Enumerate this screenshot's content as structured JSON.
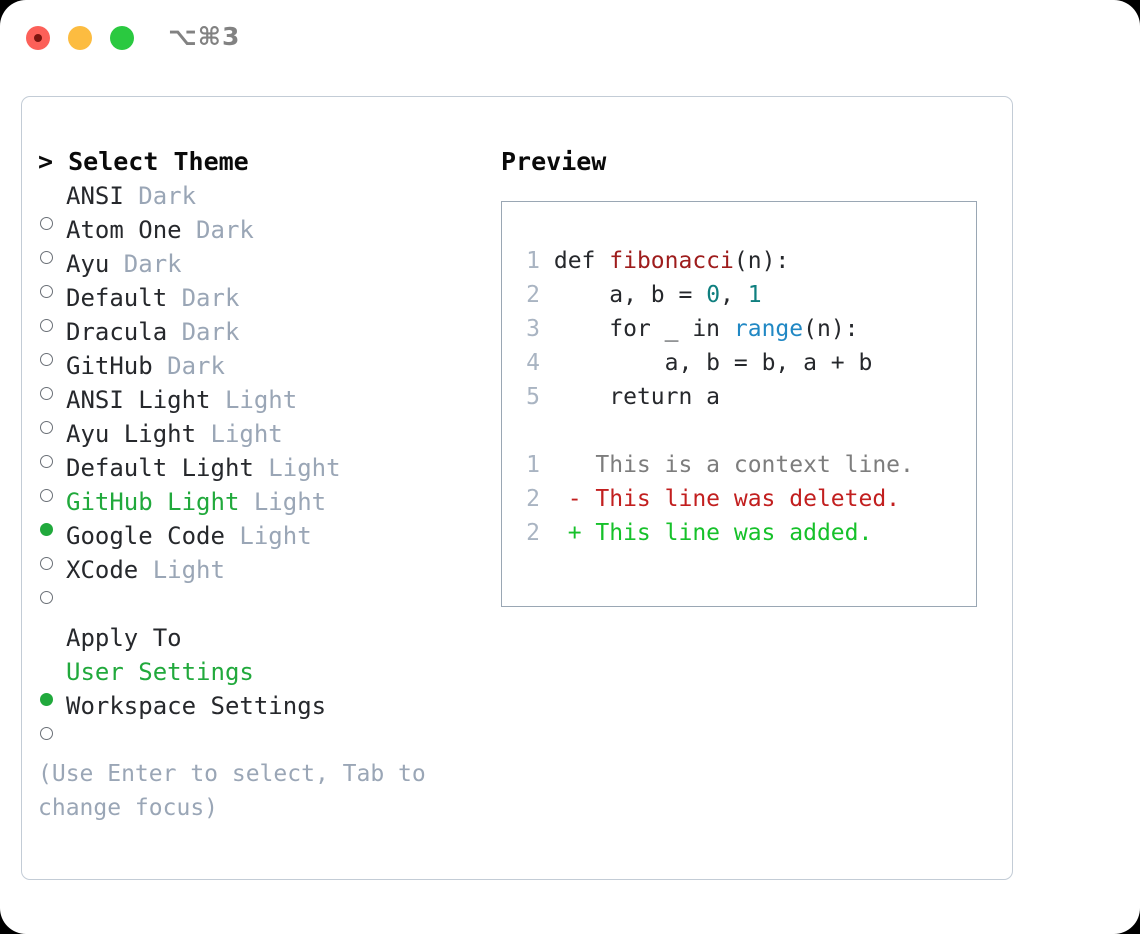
{
  "titlebar": {
    "shortcut": "⌥⌘3",
    "lights": [
      "close-red",
      "minimize-yellow",
      "maximize-green"
    ]
  },
  "theme_panel": {
    "header": "> Select Theme",
    "options": [
      {
        "label": "ANSI",
        "suffix": "Dark",
        "selected": false
      },
      {
        "label": "Atom One",
        "suffix": "Dark",
        "selected": false
      },
      {
        "label": "Ayu",
        "suffix": "Dark",
        "selected": false
      },
      {
        "label": "Default",
        "suffix": "Dark",
        "selected": false
      },
      {
        "label": "Dracula",
        "suffix": "Dark",
        "selected": false
      },
      {
        "label": "GitHub",
        "suffix": "Dark",
        "selected": false
      },
      {
        "label": "ANSI Light",
        "suffix": "Light",
        "selected": false
      },
      {
        "label": "Ayu Light",
        "suffix": "Light",
        "selected": false
      },
      {
        "label": "Default Light",
        "suffix": "Light",
        "selected": false
      },
      {
        "label": "GitHub Light",
        "suffix": "Light",
        "selected": true
      },
      {
        "label": "Google Code",
        "suffix": "Light",
        "selected": false
      },
      {
        "label": "XCode",
        "suffix": "Light",
        "selected": false
      }
    ]
  },
  "apply_to": {
    "header": "Apply To",
    "options": [
      {
        "label": "User Settings",
        "selected": true
      },
      {
        "label": "Workspace Settings",
        "selected": false
      }
    ]
  },
  "hint": "(Use Enter to select, Tab to change focus)",
  "preview": {
    "title": "Preview",
    "code_lines": [
      {
        "n": "1",
        "tokens": [
          {
            "t": "def ",
            "c": "kw"
          },
          {
            "t": "fibonacci",
            "c": "fn"
          },
          {
            "t": "(n):",
            "c": "kw"
          }
        ]
      },
      {
        "n": "2",
        "tokens": [
          {
            "t": "    a, b = ",
            "c": "kw"
          },
          {
            "t": "0",
            "c": "num"
          },
          {
            "t": ", ",
            "c": "kw"
          },
          {
            "t": "1",
            "c": "num"
          }
        ]
      },
      {
        "n": "3",
        "tokens": [
          {
            "t": "    for _ in ",
            "c": "kw"
          },
          {
            "t": "range",
            "c": "bi"
          },
          {
            "t": "(n):",
            "c": "kw"
          }
        ]
      },
      {
        "n": "4",
        "tokens": [
          {
            "t": "        a, b = b, a + b",
            "c": "kw"
          }
        ]
      },
      {
        "n": "5",
        "tokens": [
          {
            "t": "    return a",
            "c": "kw"
          }
        ]
      }
    ],
    "diff_lines": [
      {
        "n": "1",
        "sign": " ",
        "text": "This is a context line.",
        "kind": "context"
      },
      {
        "n": "2",
        "sign": "-",
        "text": "This line was deleted.",
        "kind": "deleted"
      },
      {
        "n": "2",
        "sign": "+",
        "text": "This line was added.",
        "kind": "added"
      }
    ]
  },
  "colors": {
    "accent_green": "#21a93c",
    "muted": "#9aa6b6",
    "border": "#c3ccd6",
    "preview_border": "#9aa7b4",
    "diff_deleted": "#c21f1f",
    "diff_added": "#16c12a",
    "token_function": "#9e1c1c",
    "token_number": "#0f7f7f",
    "token_builtin": "#2188c4"
  }
}
